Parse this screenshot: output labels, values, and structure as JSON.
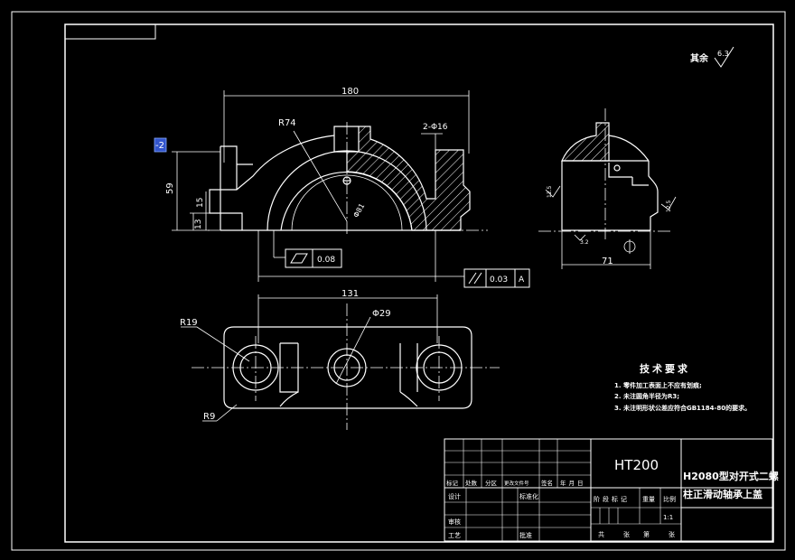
{
  "colors": {
    "background": "#000000",
    "lines": "#ffffff",
    "selection": "#3355cc"
  },
  "surface_roughness": {
    "label": "其余",
    "value": "6.3"
  },
  "front_view": {
    "dim_width": "180",
    "dim_radius": "R74",
    "dim_holes": "2-Φ16",
    "dim_bore": "Φ81",
    "dim_height": "59",
    "dim_step1": "15",
    "dim_step2": "13",
    "tolerance_value": "0.08",
    "selected_label": "-2"
  },
  "side_view": {
    "dim_width": "71",
    "roughness_left": "12.5",
    "roughness_right": "12.5",
    "roughness_bottom": "3.2"
  },
  "parallel_tolerance": {
    "value": "0.03",
    "datum": "A"
  },
  "top_view": {
    "dim_length": "131",
    "dim_hole": "Φ29",
    "dim_r19": "R19",
    "dim_r9": "R9"
  },
  "tech_requirements": {
    "title": "技术要求",
    "items": [
      "1. 零件加工表面上不应有划痕;",
      "2. 未注圆角半径为R3;",
      "3. 未注明形状公差应符合GB1184-80的要求。"
    ]
  },
  "title_block": {
    "material": "HT200",
    "part_name_line1": "H2080型对开式二螺",
    "part_name_line2": "柱正滑动轴承上盖",
    "scale": "1:1",
    "revision_headers": [
      "标记",
      "处数",
      "分区",
      "更改文件号",
      "签名",
      "年月日"
    ],
    "row_design": "设计",
    "row_standard": "标准化",
    "row_review": "审核",
    "row_process": "工艺",
    "row_approve": "批准",
    "stage_headers": [
      "阶段标记",
      "重量",
      "比例"
    ],
    "sheet_labels": [
      "共",
      "张",
      "第",
      "张"
    ]
  }
}
